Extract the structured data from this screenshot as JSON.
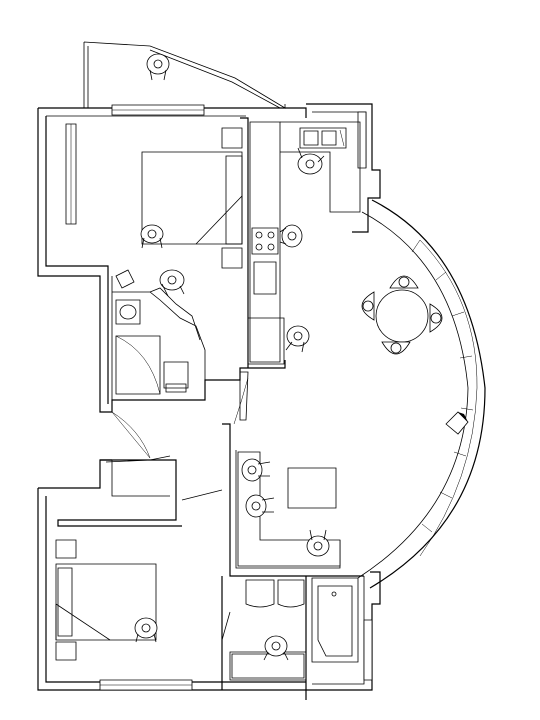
{
  "image": {
    "kind": "architectural floor plan",
    "style": "black line drawing on white",
    "colors": {
      "line": "#000000",
      "background": "#ffffff"
    }
  },
  "rooms": [
    {
      "id": "balcony",
      "furniture": [
        "person"
      ]
    },
    {
      "id": "bedroom-1",
      "furniture": [
        "double-bed",
        "nightstand",
        "nightstand",
        "person"
      ]
    },
    {
      "id": "bathroom-1",
      "furniture": [
        "sink",
        "shower-tray",
        "toilet"
      ]
    },
    {
      "id": "hallway",
      "furniture": [
        "person",
        "lamp",
        "door-swing"
      ]
    },
    {
      "id": "kitchen",
      "furniture": [
        "double-sink",
        "cooktop",
        "counter",
        "person",
        "person"
      ]
    },
    {
      "id": "dining-area",
      "furniture": [
        "round-table",
        "chair",
        "chair",
        "chair",
        "chair",
        "person",
        "lamp"
      ]
    },
    {
      "id": "living-area",
      "furniture": [
        "l-shaped-sofa",
        "coffee-table",
        "person",
        "person",
        "person"
      ]
    },
    {
      "id": "bedroom-2",
      "furniture": [
        "double-bed",
        "nightstand",
        "nightstand",
        "person"
      ]
    },
    {
      "id": "bathroom-2",
      "furniture": [
        "bathtub",
        "armchair",
        "armchair",
        "vanity",
        "person"
      ]
    }
  ]
}
